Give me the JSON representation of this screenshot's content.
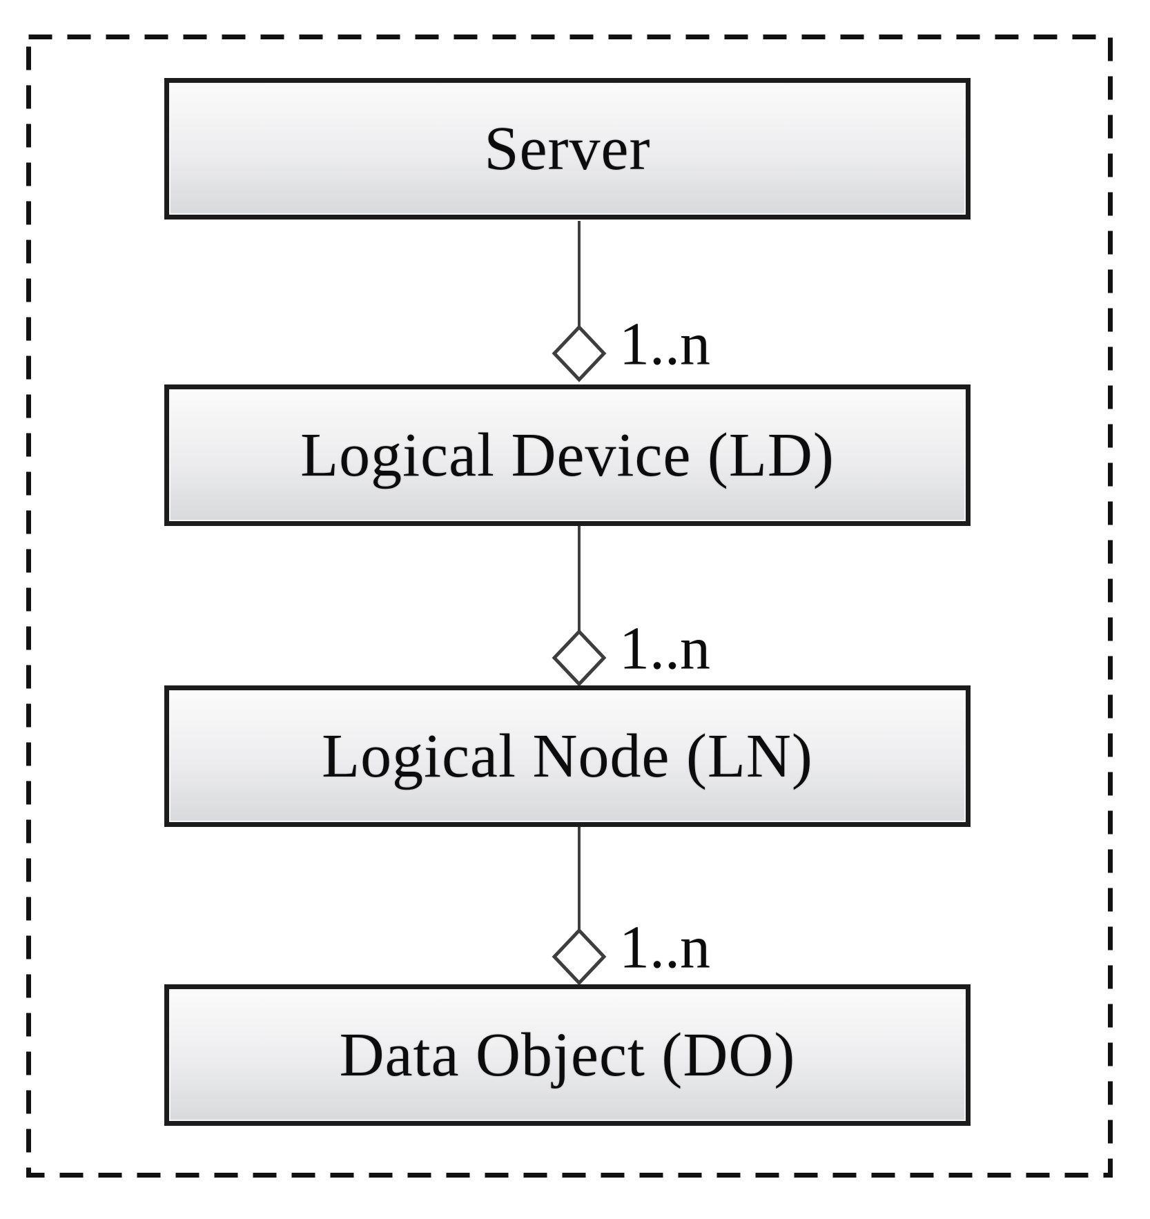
{
  "diagram": {
    "kind": "uml-aggregation-hierarchy",
    "nodes": [
      {
        "id": "server",
        "label": "Server"
      },
      {
        "id": "logical-device",
        "label": "Logical Device (LD)"
      },
      {
        "id": "logical-node",
        "label": "Logical Node (LN)"
      },
      {
        "id": "data-object",
        "label": "Data Object (DO)"
      }
    ],
    "edges": [
      {
        "from": "Server",
        "to": "Logical Device (LD)",
        "relation": "aggregation",
        "multiplicity": "1..n"
      },
      {
        "from": "Logical Device (LD)",
        "to": "Logical Node (LN)",
        "relation": "aggregation",
        "multiplicity": "1..n"
      },
      {
        "from": "Logical Node (LN)",
        "to": "Data Object (DO)",
        "relation": "aggregation",
        "multiplicity": "1..n"
      }
    ],
    "colors": {
      "frame_border": "#111111",
      "box_border": "#1c1c1c",
      "box_fill_top": "#fbfbfb",
      "box_fill_bottom": "#d8d9db",
      "connector": "#3e3e3e",
      "text": "#0c0c0c",
      "background": "#ffffff"
    }
  }
}
